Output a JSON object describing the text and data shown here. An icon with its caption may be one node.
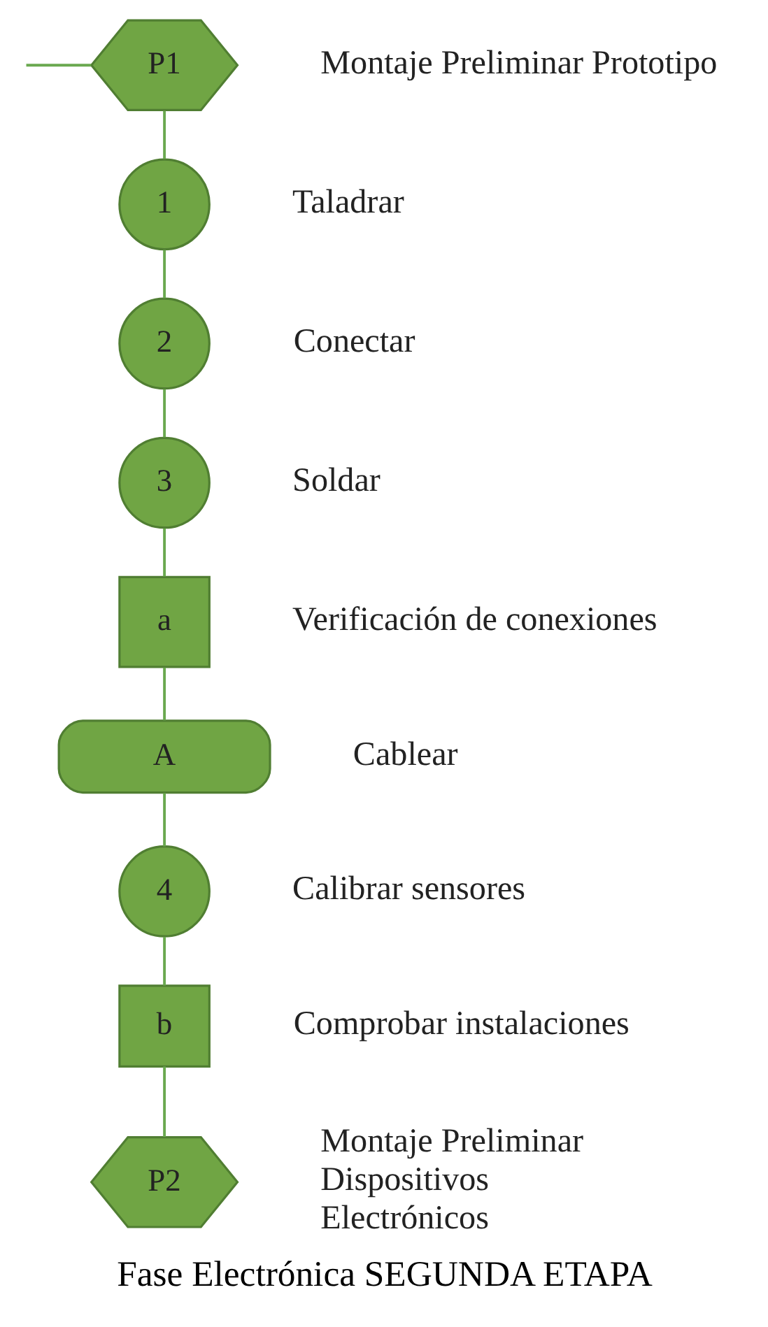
{
  "diagram": {
    "caption": "Fase Electrónica SEGUNDA ETAPA",
    "nodes": [
      {
        "text": [
          "P1"
        ],
        "beside": [
          "Montaje Preliminar Prototipo"
        ]
      },
      {
        "text": [
          "1"
        ],
        "beside": [
          "Taladrar"
        ]
      },
      {
        "text": [
          "2"
        ],
        "beside": [
          "Conectar"
        ]
      },
      {
        "text": [
          "3"
        ],
        "beside": [
          "Soldar"
        ]
      },
      {
        "text": [
          "a"
        ],
        "beside": [
          "Verificación de conexiones"
        ]
      },
      {
        "text": [
          "A"
        ],
        "beside": [
          "Cablear"
        ]
      },
      {
        "text": [
          "4"
        ],
        "beside": [
          "Calibrar sensores"
        ]
      },
      {
        "text": [
          "b"
        ],
        "beside": [
          "Comprobar instalaciones"
        ]
      },
      {
        "text": [
          "P2"
        ],
        "beside": [
          "Montaje Preliminar Dispositivos Electrónicos"
        ]
      }
    ],
    "edges": [
      {
        "from": null,
        "to": 0,
        "arrow": "none"
      },
      {
        "from": 0,
        "to": 1,
        "arrow": "none"
      },
      {
        "from": 1,
        "to": 2,
        "arrow": "none"
      },
      {
        "from": 2,
        "to": 3,
        "arrow": "none"
      },
      {
        "from": 3,
        "to": 4,
        "arrow": "none"
      },
      {
        "from": 4,
        "to": 5,
        "arrow": "none"
      },
      {
        "from": 5,
        "to": 6,
        "arrow": "none"
      },
      {
        "from": 6,
        "to": 7,
        "arrow": "none"
      },
      {
        "from": 7,
        "to": 8,
        "arrow": "none"
      }
    ]
  }
}
